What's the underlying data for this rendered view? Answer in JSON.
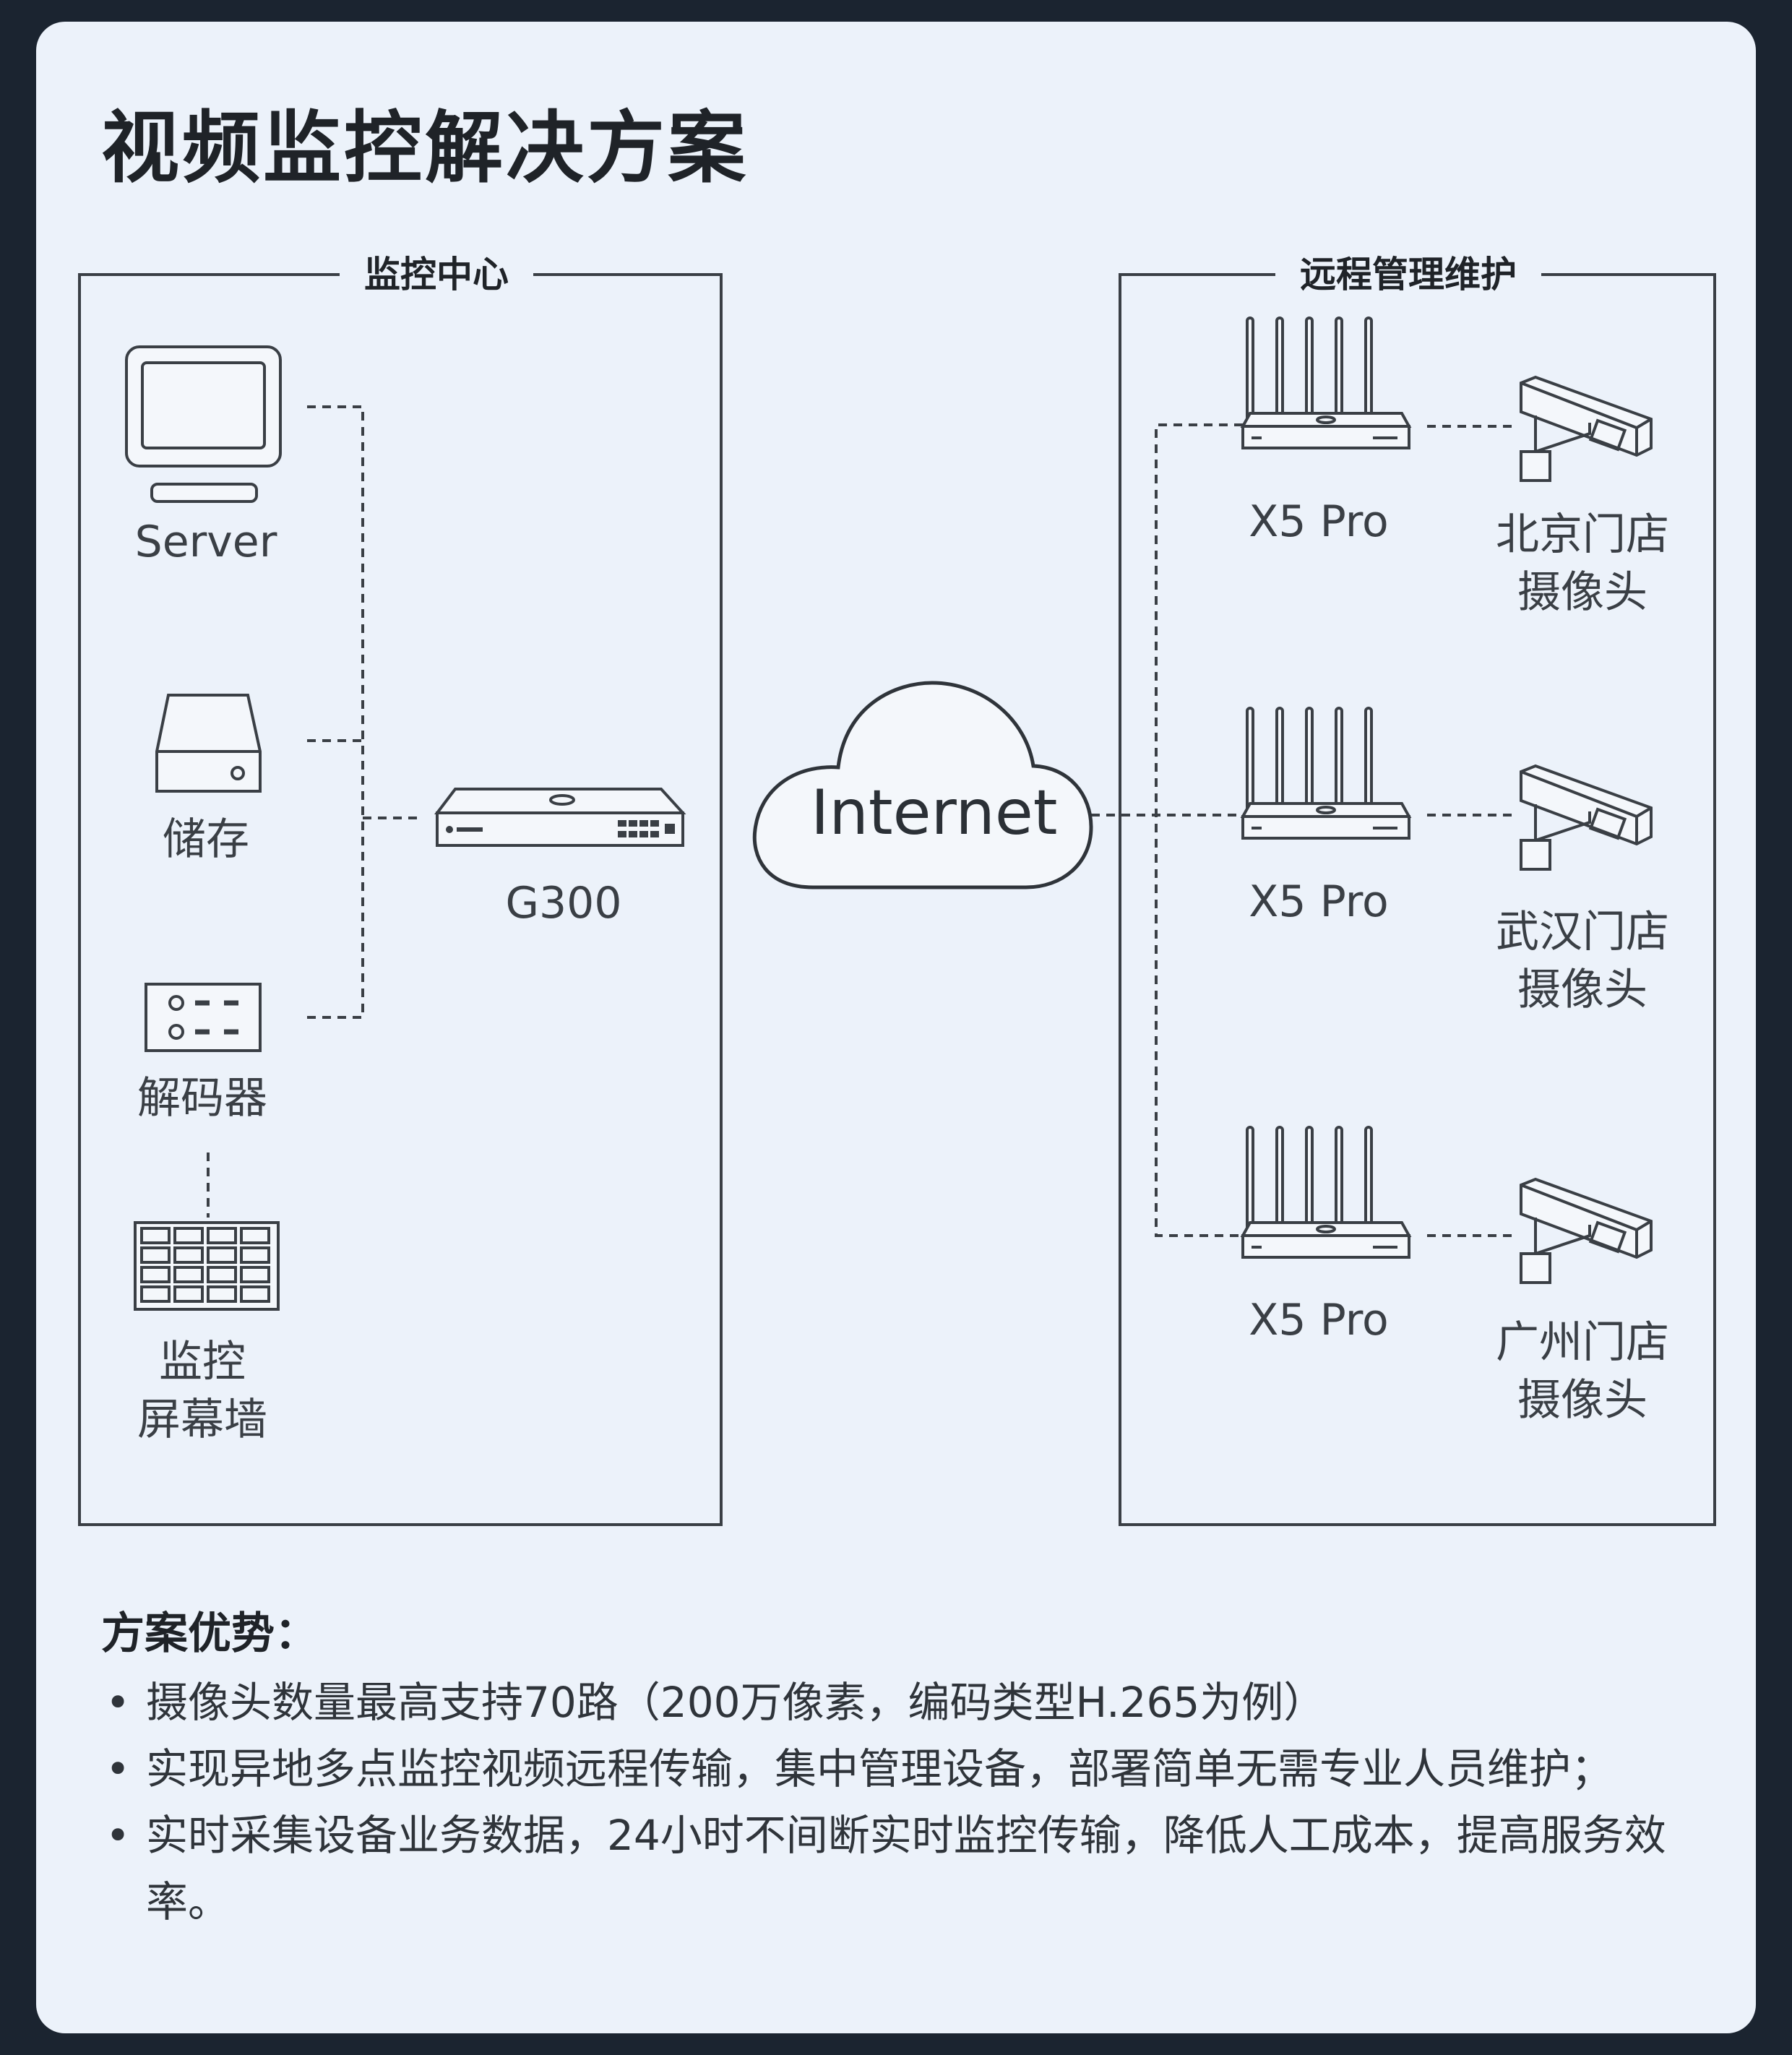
{
  "title": "视频监控解决方案",
  "groups": {
    "left": "监控中心",
    "right": "远程管理维护"
  },
  "devices": {
    "server": "Server",
    "storage": "储存",
    "decoder": "解码器",
    "wall_line1": "监控",
    "wall_line2": "屏幕墙",
    "gateway": "G300",
    "internet": "Internet"
  },
  "branches": [
    {
      "router": "X5 Pro",
      "camera_line1": "北京门店",
      "camera_line2": "摄像头"
    },
    {
      "router": "X5 Pro",
      "camera_line1": "武汉门店",
      "camera_line2": "摄像头"
    },
    {
      "router": "X5 Pro",
      "camera_line1": "广州门店",
      "camera_line2": "摄像头"
    }
  ],
  "advantages": {
    "title": "方案优势：",
    "items": [
      "摄像头数量最高支持70路（200万像素，编码类型H.265为例）",
      "实现异地多点监控视频远程传输，集中管理设备，部署简单无需专业人员维护；",
      "实时采集设备业务数据，24小时不间断实时监控传输，降低人工成本，提高服务效率。"
    ]
  }
}
